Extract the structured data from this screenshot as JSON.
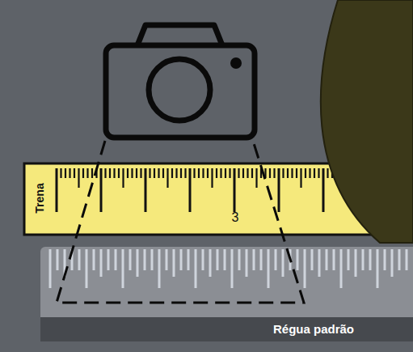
{
  "diagram": {
    "nodes": [
      {
        "text": [
          "Trena"
        ]
      },
      {
        "text": [
          "Régua padrão"
        ]
      }
    ],
    "labels": [
      "3"
    ]
  }
}
